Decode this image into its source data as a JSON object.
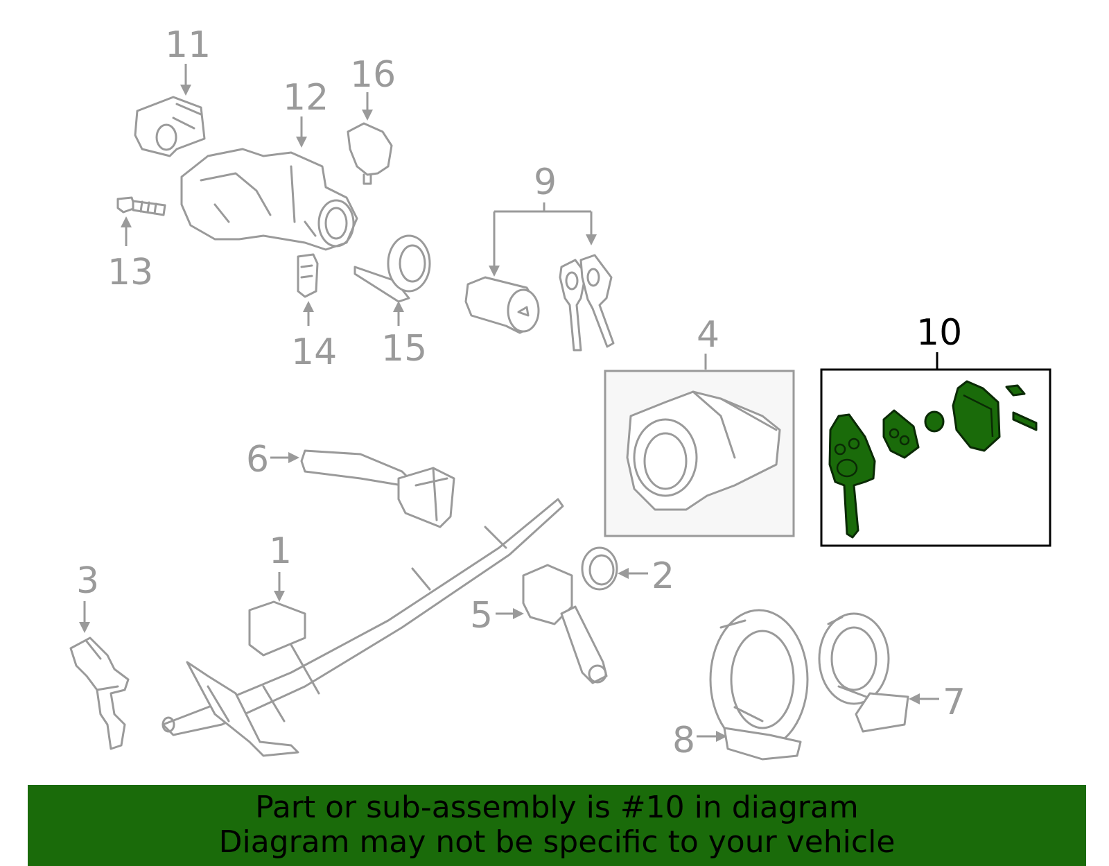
{
  "callouts": {
    "c1": "1",
    "c2": "2",
    "c3": "3",
    "c4": "4",
    "c5": "5",
    "c6": "6",
    "c7": "7",
    "c8": "8",
    "c9": "9",
    "c10": "10",
    "c11": "11",
    "c12": "12",
    "c13": "13",
    "c14": "14",
    "c15": "15",
    "c16": "16"
  },
  "highlighted_part": "10",
  "colors": {
    "highlight": "#1a6b0a",
    "line_art": "#9a9a9a",
    "banner_bg": "#1a6b0a",
    "box4_bg": "#f7f7f7"
  },
  "banner": {
    "line1": "Part or sub-assembly is #10 in diagram",
    "line2": "Diagram may not be specific to your vehicle"
  }
}
